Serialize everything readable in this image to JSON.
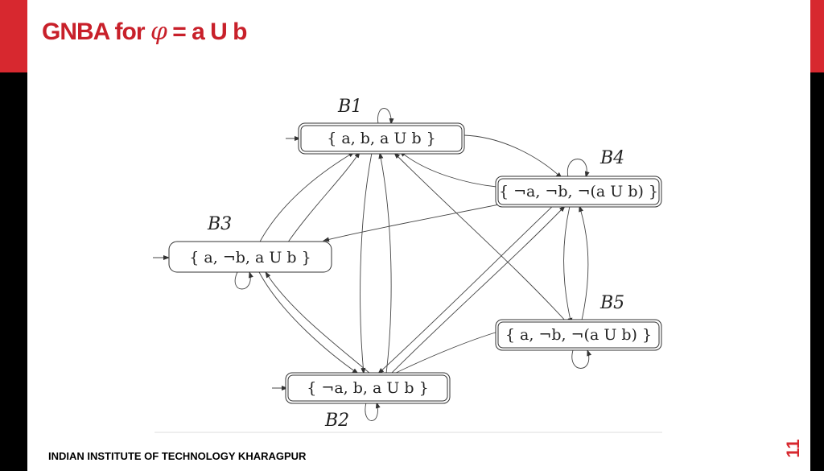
{
  "slide": {
    "title_prefix": "GNBA for ",
    "title_symbol": "φ",
    "title_suffix": " = a U b",
    "footer": "INDIAN INSTITUTE OF TECHNOLOGY KHARAGPUR",
    "page_number": "11"
  },
  "colors": {
    "accent": "#d7282f",
    "title": "#c8202a",
    "band": "#000000"
  },
  "diagram": {
    "states": {
      "s1": "{ a, b, a U b }",
      "s2": "{ ¬a, b, a U b }",
      "s3": "{ a, ¬b, a U b }",
      "s4": "{ ¬a, ¬b, ¬(a U b) }",
      "s5": "{ a, ¬b, ¬(a U b) }"
    },
    "block_labels": {
      "b1": "B1",
      "b2": "B2",
      "b3": "B3",
      "b4": "B4",
      "b5": "B5"
    }
  }
}
